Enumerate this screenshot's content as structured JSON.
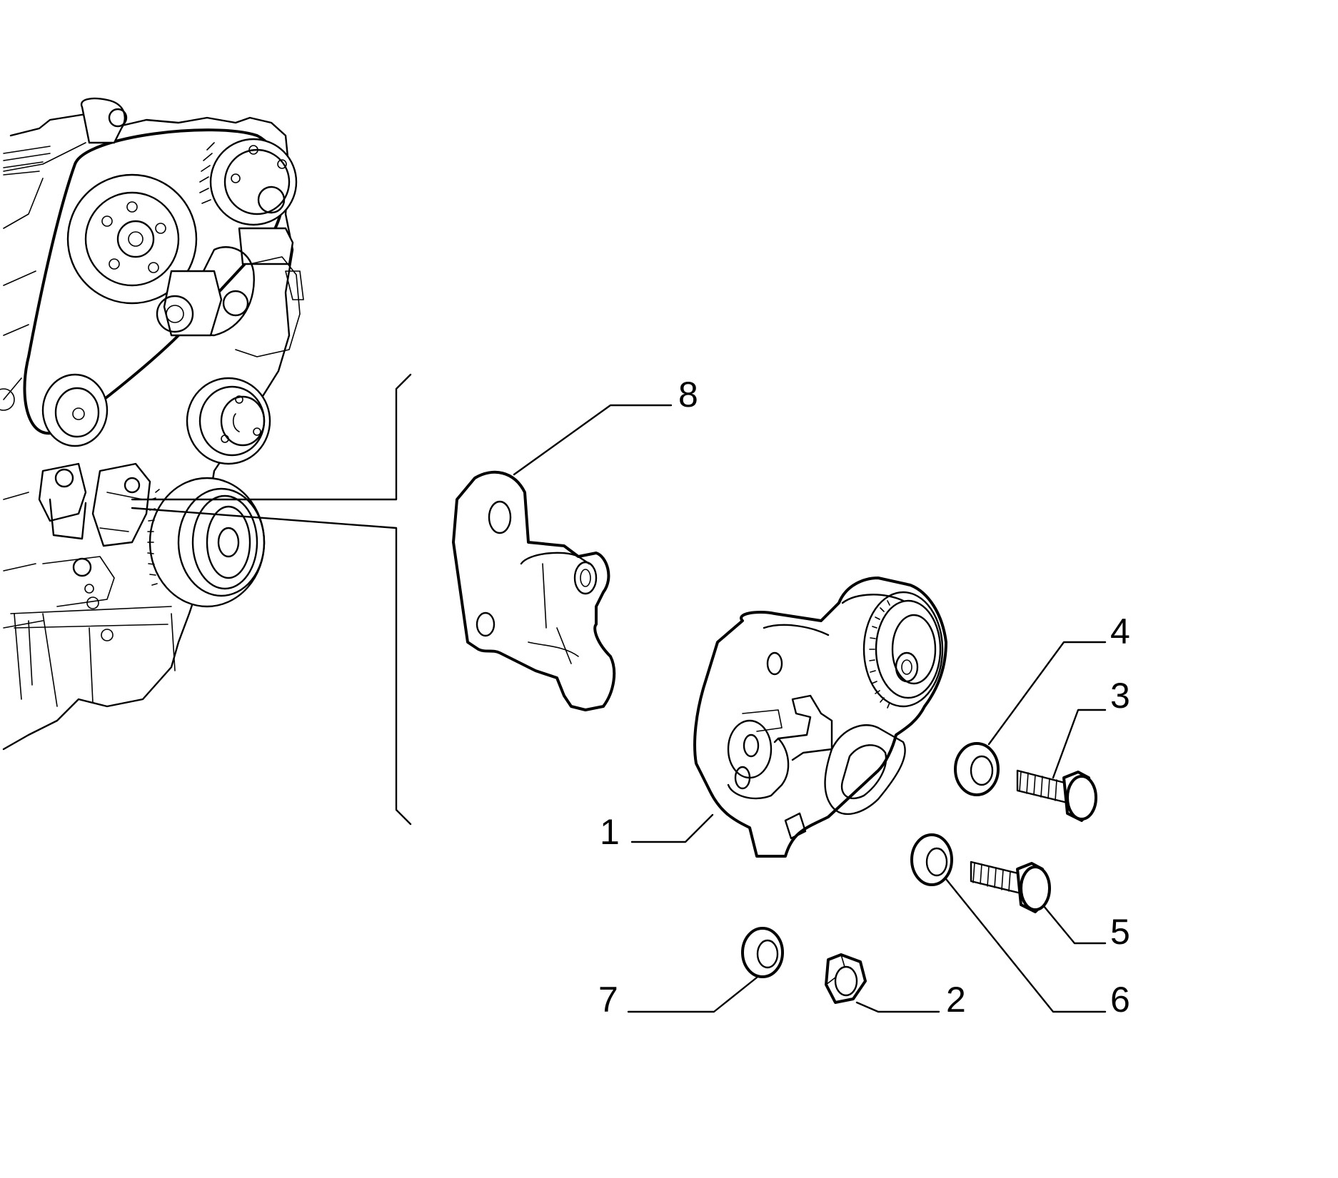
{
  "diagram": {
    "callouts": [
      {
        "id": "callout-8",
        "label": "8"
      },
      {
        "id": "callout-4",
        "label": "4"
      },
      {
        "id": "callout-3",
        "label": "3"
      },
      {
        "id": "callout-1",
        "label": "1"
      },
      {
        "id": "callout-5",
        "label": "5"
      },
      {
        "id": "callout-7",
        "label": "7"
      },
      {
        "id": "callout-2",
        "label": "2"
      },
      {
        "id": "callout-6",
        "label": "6"
      }
    ]
  },
  "colors": {
    "ink": "#000000",
    "background": "#ffffff"
  }
}
